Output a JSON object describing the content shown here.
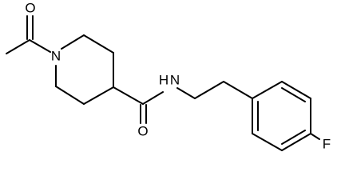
{
  "molecule": {
    "atoms": {
      "carbonyl_oxygen_acetyl": "O",
      "ring_nitrogen": "N",
      "amide_oxygen": "O",
      "amide_nitrogen": "N",
      "amide_hydrogen": "H",
      "fluorine": "F"
    }
  },
  "colors": {
    "bond": "#000000",
    "label": "#000000",
    "background": "#ffffff"
  }
}
